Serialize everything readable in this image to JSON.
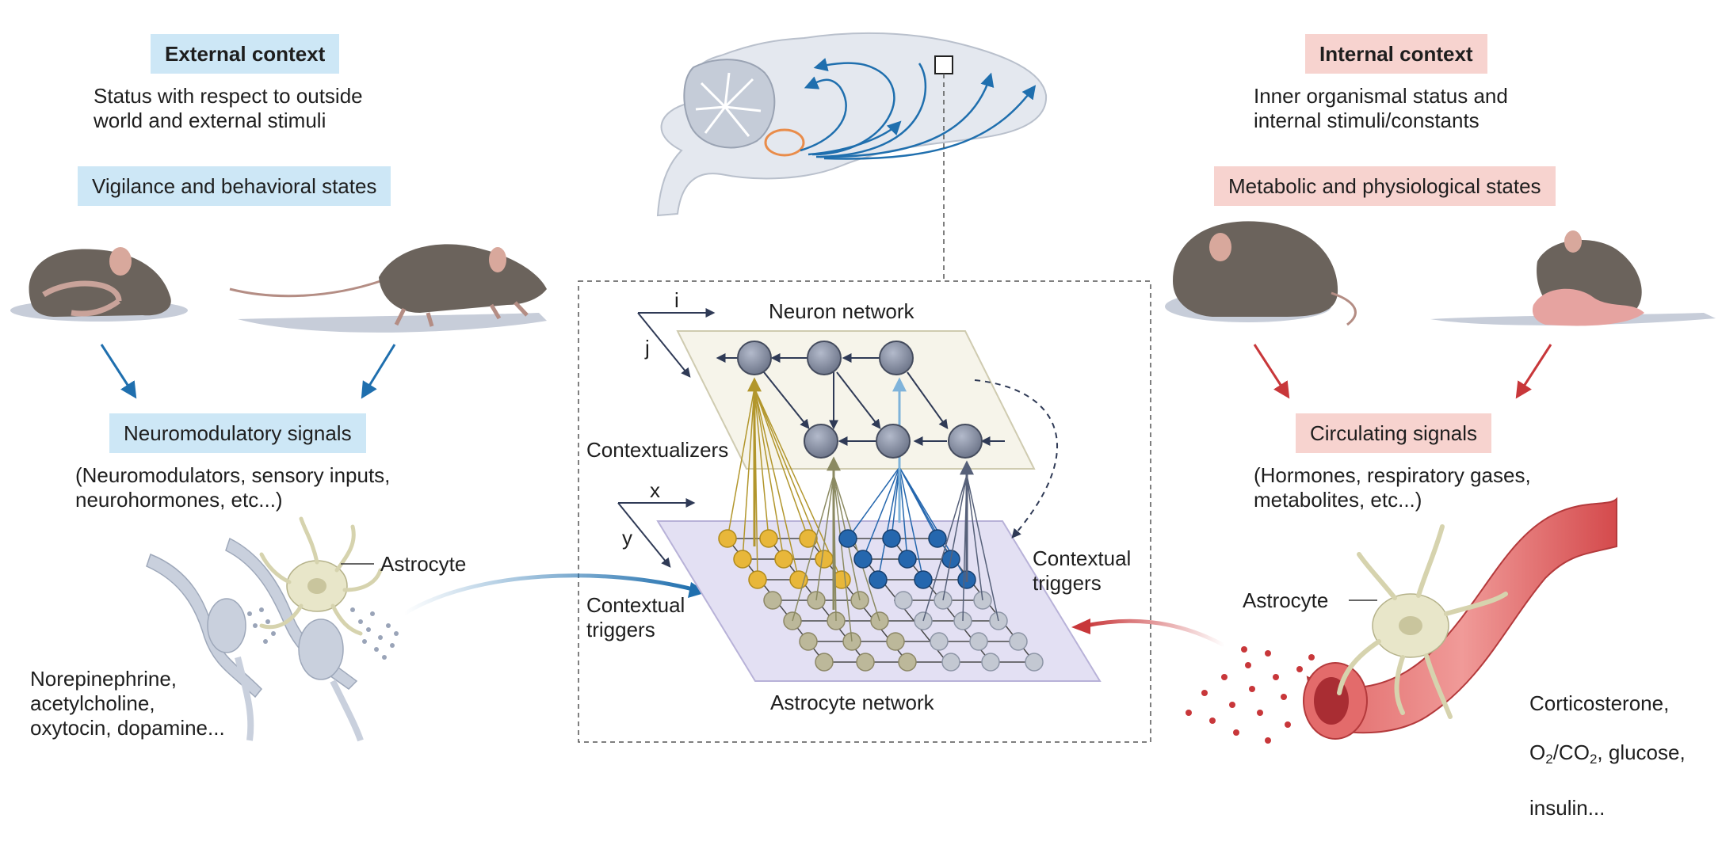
{
  "external": {
    "title": "External context",
    "desc": "Status with respect to outside\nworld and external stimuli",
    "state": "Vigilance and behavioral states",
    "signals": "Neuromodulatory signals",
    "signals_desc": "(Neuromodulators, sensory inputs,\nneurohormones, etc...)",
    "astrocyte": "Astrocyte",
    "molecules": "Norepinephrine,\nacetylcholine,\noxytocin, dopamine..."
  },
  "internal": {
    "title": "Internal context",
    "desc": "Inner organismal status and\ninternal stimuli/constants",
    "state": "Metabolic and physiological states",
    "signals": "Circulating signals",
    "signals_desc": "(Hormones, respiratory gases,\nmetabolites, etc...)",
    "astrocyte": "Astrocyte",
    "molecules_line1": "Corticosterone,",
    "molecules_o": "O",
    "molecules_sub1": "2",
    "molecules_co": "/CO",
    "molecules_sub2": "2",
    "molecules_glucose": ", glucose,",
    "molecules_line3": "insulin..."
  },
  "center": {
    "neuron_network": "Neuron network",
    "astrocyte_network": "Astrocyte network",
    "contextualizers": "Contextualizers",
    "contextual_triggers_left": "Contextual\ntriggers",
    "contextual_triggers_right": "Contextual\ntriggers",
    "axis_i": "i",
    "axis_j": "j",
    "axis_x": "x",
    "axis_y": "y"
  },
  "colors": {
    "external_box": "#cde7f6",
    "internal_box": "#f7d3cf",
    "blue_arrow": "#1f6fae",
    "red_arrow": "#c8373a",
    "mouse_fur": "#6b635c",
    "neuron": "#7d8598",
    "astro_yellow": "#e8b73a",
    "astro_blue": "#2567ae",
    "astro_gray_green": "#bcb89a",
    "astro_gray": "#c3c8d2"
  }
}
